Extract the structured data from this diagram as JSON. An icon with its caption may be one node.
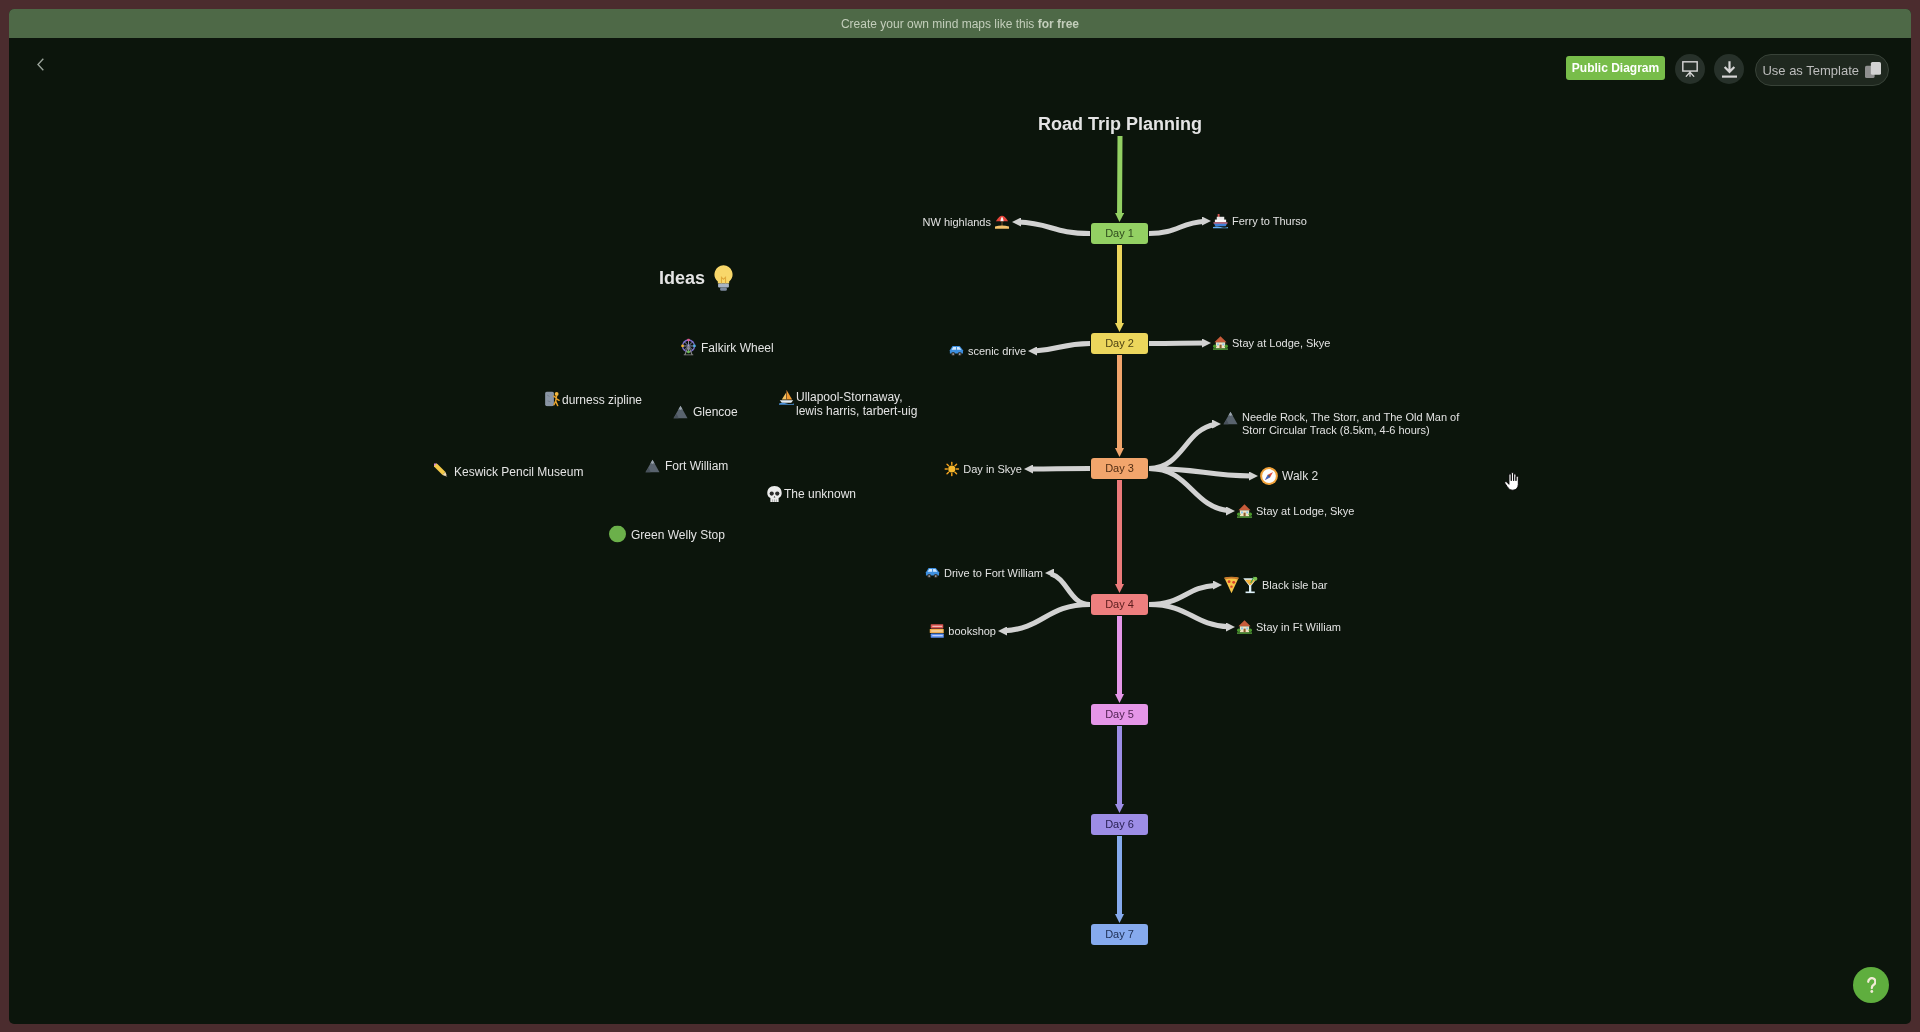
{
  "diagram": {
    "nodes": [
      {
        "text": [
          "Road Trip Planning"
        ]
      },
      {
        "text": [
          "Day 1"
        ]
      },
      {
        "text": [
          "NW highlands"
        ]
      },
      {
        "text": [
          "Ferry to Thurso"
        ]
      },
      {
        "text": [
          "Day 2"
        ]
      },
      {
        "text": [
          "scenic drive"
        ]
      },
      {
        "text": [
          "Stay at Lodge, Skye"
        ]
      },
      {
        "text": [
          "Day 3"
        ]
      },
      {
        "text": [
          "Day in Skye"
        ]
      },
      {
        "text": [
          "Needle Rock, The Storr, and The Old Man of Storr Circular Track (8.5km, 4-6 hours)"
        ]
      },
      {
        "text": [
          "Walk 2"
        ]
      },
      {
        "text": [
          "Stay at Lodge, Skye"
        ]
      },
      {
        "text": [
          "Day 4"
        ]
      },
      {
        "text": [
          "Drive to Fort William"
        ]
      },
      {
        "text": [
          "bookshop"
        ]
      },
      {
        "text": [
          "Black isle bar"
        ]
      },
      {
        "text": [
          "Stay in Ft William"
        ]
      },
      {
        "text": [
          "Day 5"
        ]
      },
      {
        "text": [
          "Day 6"
        ]
      },
      {
        "text": [
          "Day 7"
        ]
      }
    ],
    "edges": [
      {
        "from": 0,
        "to": 1,
        "arrow": "to",
        "color": "#93d063"
      },
      {
        "from": 1,
        "to": 2,
        "arrow": "to"
      },
      {
        "from": 1,
        "to": 3,
        "arrow": "to"
      },
      {
        "from": 1,
        "to": 4,
        "arrow": "to",
        "color": "#ecd65c"
      },
      {
        "from": 4,
        "to": 5,
        "arrow": "to"
      },
      {
        "from": 4,
        "to": 6,
        "arrow": "to"
      },
      {
        "from": 4,
        "to": 7,
        "arrow": "to",
        "color": "#f2a56c"
      },
      {
        "from": 7,
        "to": 8,
        "arrow": "to"
      },
      {
        "from": 7,
        "to": 9,
        "arrow": "to"
      },
      {
        "from": 7,
        "to": 10,
        "arrow": "to"
      },
      {
        "from": 7,
        "to": 11,
        "arrow": "to"
      },
      {
        "from": 7,
        "to": 12,
        "arrow": "to",
        "color": "#ec7b7b"
      },
      {
        "from": 12,
        "to": 13,
        "arrow": "to"
      },
      {
        "from": 12,
        "to": 14,
        "arrow": "to"
      },
      {
        "from": 12,
        "to": 15,
        "arrow": "to"
      },
      {
        "from": 12,
        "to": 16,
        "arrow": "to"
      },
      {
        "from": 12,
        "to": 17,
        "arrow": "to",
        "color": "#e596e8"
      },
      {
        "from": 17,
        "to": 18,
        "arrow": "to",
        "color": "#9d8de6"
      },
      {
        "from": 18,
        "to": 19,
        "arrow": "to",
        "color": "#86aaee"
      }
    ],
    "labels": [
      "Create your own mind maps like this **for free**",
      "Public Diagram",
      "Use as Template",
      "Ideas",
      "Falkirk Wheel",
      "durness zipline",
      "Glencoe",
      "Ullapool-Stornaway, lewis harris, tarbert-uig",
      "Keswick Pencil Museum",
      "Fort William",
      "The unknown",
      "Green Welly Stop"
    ]
  }
}
